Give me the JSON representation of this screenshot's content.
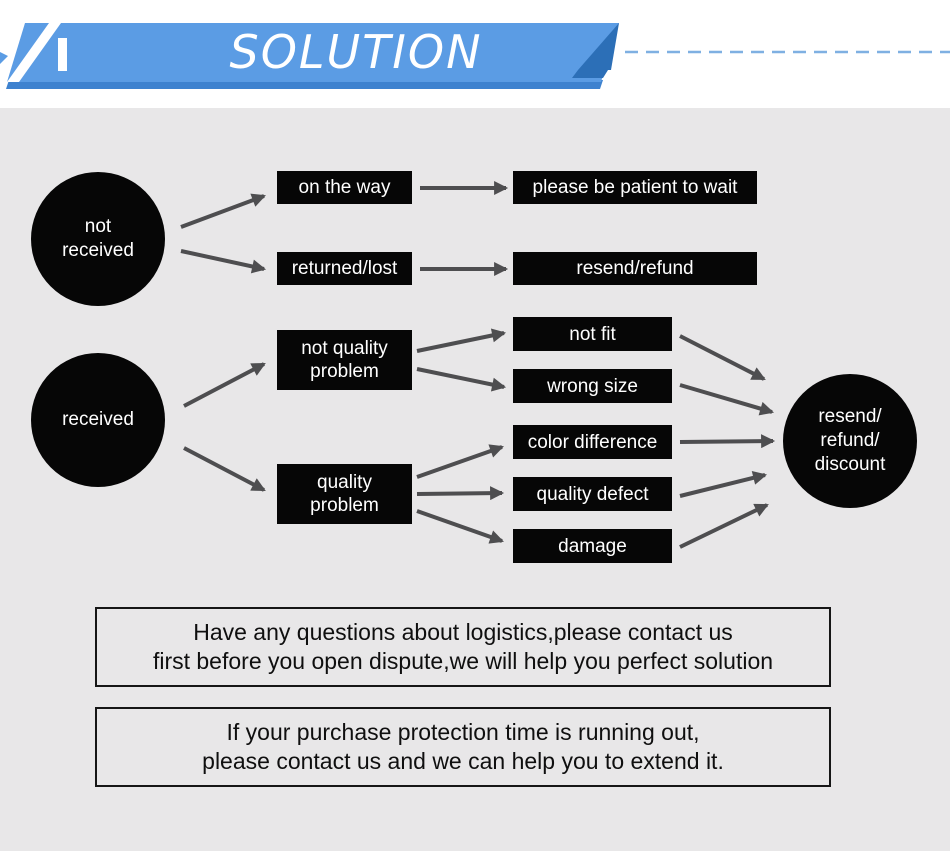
{
  "header": {
    "title": "SOLUTION"
  },
  "colors": {
    "banner_blue": "#5b9ce4",
    "banner_shadow": "#3e82cf",
    "fold_blue": "#2c6fb7",
    "dash_blue": "#7fb0e2",
    "background_gray": "#e8e7e8",
    "node_black": "#060606",
    "arrow_gray": "#4e4e50"
  },
  "flowchart": {
    "nodes": {
      "not_received": "not\nreceived",
      "received": "received",
      "on_the_way": "on the way",
      "returned_lost": "returned/lost",
      "please_wait": "please be patient to wait",
      "resend_refund": "resend/refund",
      "not_quality_problem": "not quality\nproblem",
      "quality_problem": "quality\nproblem",
      "not_fit": "not fit",
      "wrong_size": "wrong size",
      "color_difference": "color difference",
      "quality_defect": "quality defect",
      "damage": "damage",
      "outcome": "resend/\nrefund/\ndiscount"
    }
  },
  "notes": {
    "logistics": "Have any questions about logistics,please contact us\nfirst before you open dispute,we will help you perfect solution",
    "protection": "If your purchase protection time is running out,\nplease contact us and we can help you to extend it."
  }
}
